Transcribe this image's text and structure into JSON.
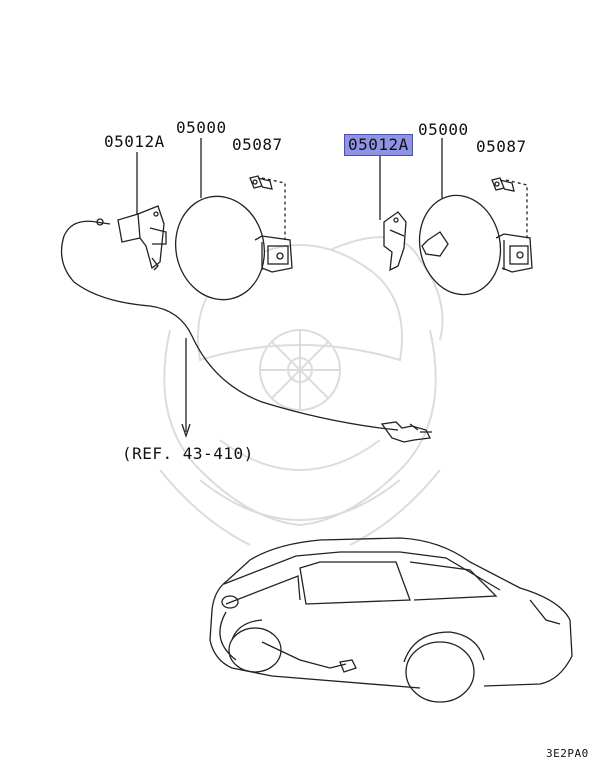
{
  "left_assembly": {
    "lid_hinge_part": "05012A",
    "fuel_lid_part": "05000",
    "screw_part": "05087"
  },
  "right_assembly": {
    "lid_hinge_part": "05012A",
    "fuel_lid_part": "05000",
    "screw_part": "05087"
  },
  "reference_note": "(REF. 43-410)",
  "diagram_code": "3E2PA0",
  "colors": {
    "line": "#222222",
    "highlight": "#8f93e6",
    "watermark": "#d8d8d8"
  }
}
